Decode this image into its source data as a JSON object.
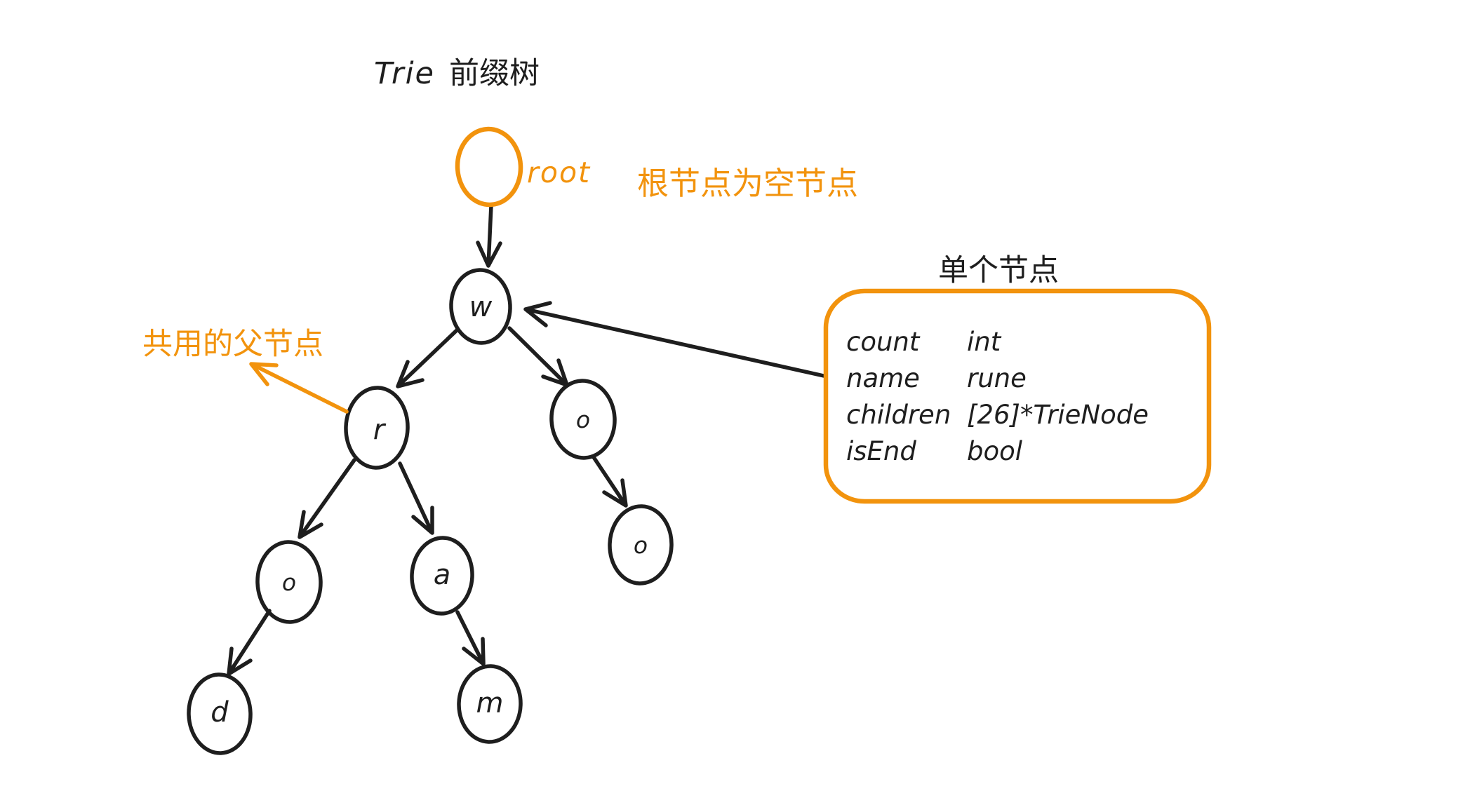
{
  "colors": {
    "accent": "#f2930d",
    "ink": "#1e1e1e"
  },
  "title": {
    "latin": "Trie",
    "chinese": "前缀树"
  },
  "root": {
    "label": "root",
    "note": "根节点为空节点"
  },
  "annotations": {
    "shared_parent": "共用的父节点"
  },
  "struct_panel": {
    "title": "单个节点",
    "fields": [
      {
        "name": "count",
        "type": "int"
      },
      {
        "name": "name",
        "type": "rune"
      },
      {
        "name": "children",
        "type": "[26]*TrieNode"
      },
      {
        "name": "isEnd",
        "type": "bool"
      }
    ]
  },
  "tree": {
    "nodes": [
      {
        "id": "root",
        "label": ""
      },
      {
        "id": "w",
        "label": "w"
      },
      {
        "id": "r",
        "label": "r"
      },
      {
        "id": "o-left",
        "label": "o"
      },
      {
        "id": "a",
        "label": "a"
      },
      {
        "id": "o-right-upper",
        "label": "o"
      },
      {
        "id": "o-right-lower",
        "label": "o"
      },
      {
        "id": "d",
        "label": "d"
      },
      {
        "id": "m",
        "label": "m"
      }
    ],
    "edges": [
      "root→w",
      "w→r",
      "w→o",
      "r→o",
      "r→a",
      "o→d",
      "a→m",
      "o→o",
      "struct-panel→w",
      "r→shared-parent-label"
    ]
  }
}
